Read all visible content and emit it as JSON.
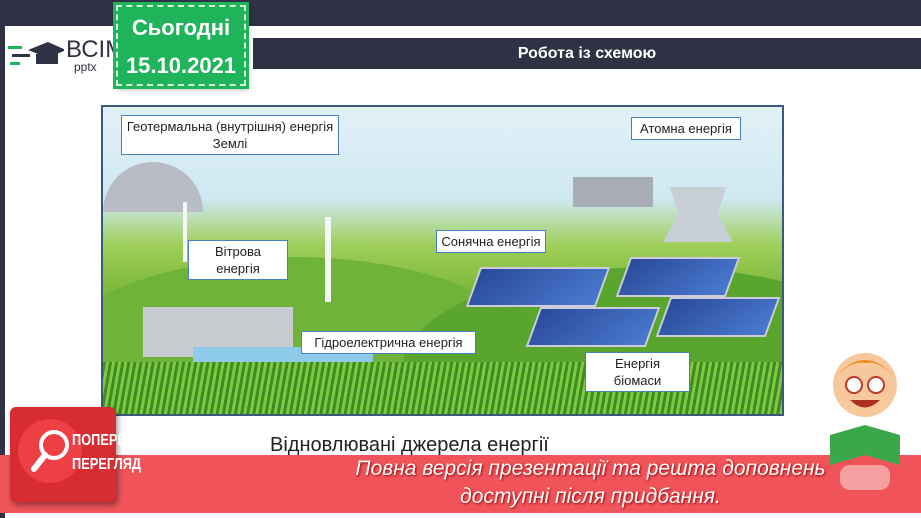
{
  "logo": {
    "brand": "ВСІМ",
    "sub": "pptx"
  },
  "date": {
    "label": "Сьогодні",
    "value": "15.10.2021"
  },
  "title": "Робота із схемою",
  "labels": {
    "geothermal": "Геотермальна (внутрішня) енергія Землі",
    "atomic": "Атомна енергія",
    "wind": "Вітрова енергія",
    "solar": "Сонячна енергія",
    "hydro": "Гідроелектрична енергія",
    "biomass": "Енергія біомаси"
  },
  "caption": "Відновлювані джерела енергії",
  "preview": {
    "line1": "ПОПЕРЕДНІЙ",
    "line2": "ПЕРЕГЛЯД"
  },
  "banner": {
    "line1": "Повна версія презентації та решта доповнень",
    "line2": "доступні після придбання."
  }
}
